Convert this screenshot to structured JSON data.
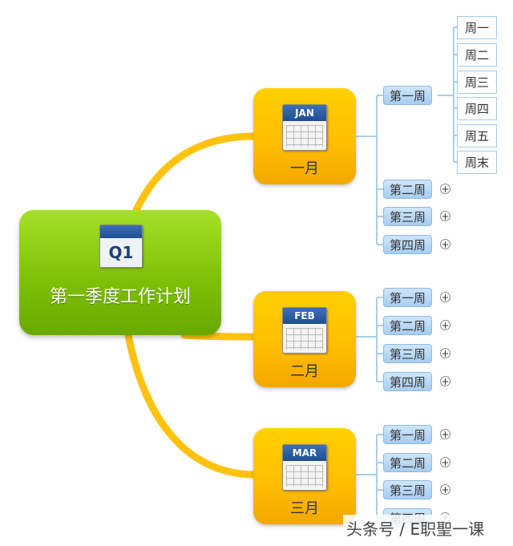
{
  "root": {
    "title": "第一季度工作计划",
    "badge": "Q1"
  },
  "months": [
    {
      "label": "一月",
      "abbr": "JAN",
      "weeks": [
        "第一周",
        "第二周",
        "第三周",
        "第四周"
      ],
      "days": [
        "周一",
        "周二",
        "周三",
        "周四",
        "周五",
        "周末"
      ]
    },
    {
      "label": "二月",
      "abbr": "FEB",
      "weeks": [
        "第一周",
        "第二周",
        "第三周",
        "第四周"
      ]
    },
    {
      "label": "三月",
      "abbr": "MAR",
      "weeks": [
        "第一周",
        "第二周",
        "第三周",
        "第四周"
      ]
    }
  ],
  "expand_symbol": "+",
  "watermark": "头条号 / E职聖一课",
  "colors": {
    "root": "#7fc107",
    "month": "#ffc000",
    "week": "#b9d9f5",
    "connector_main": "#ffc20e",
    "connector_sub": "#a9cde9"
  }
}
